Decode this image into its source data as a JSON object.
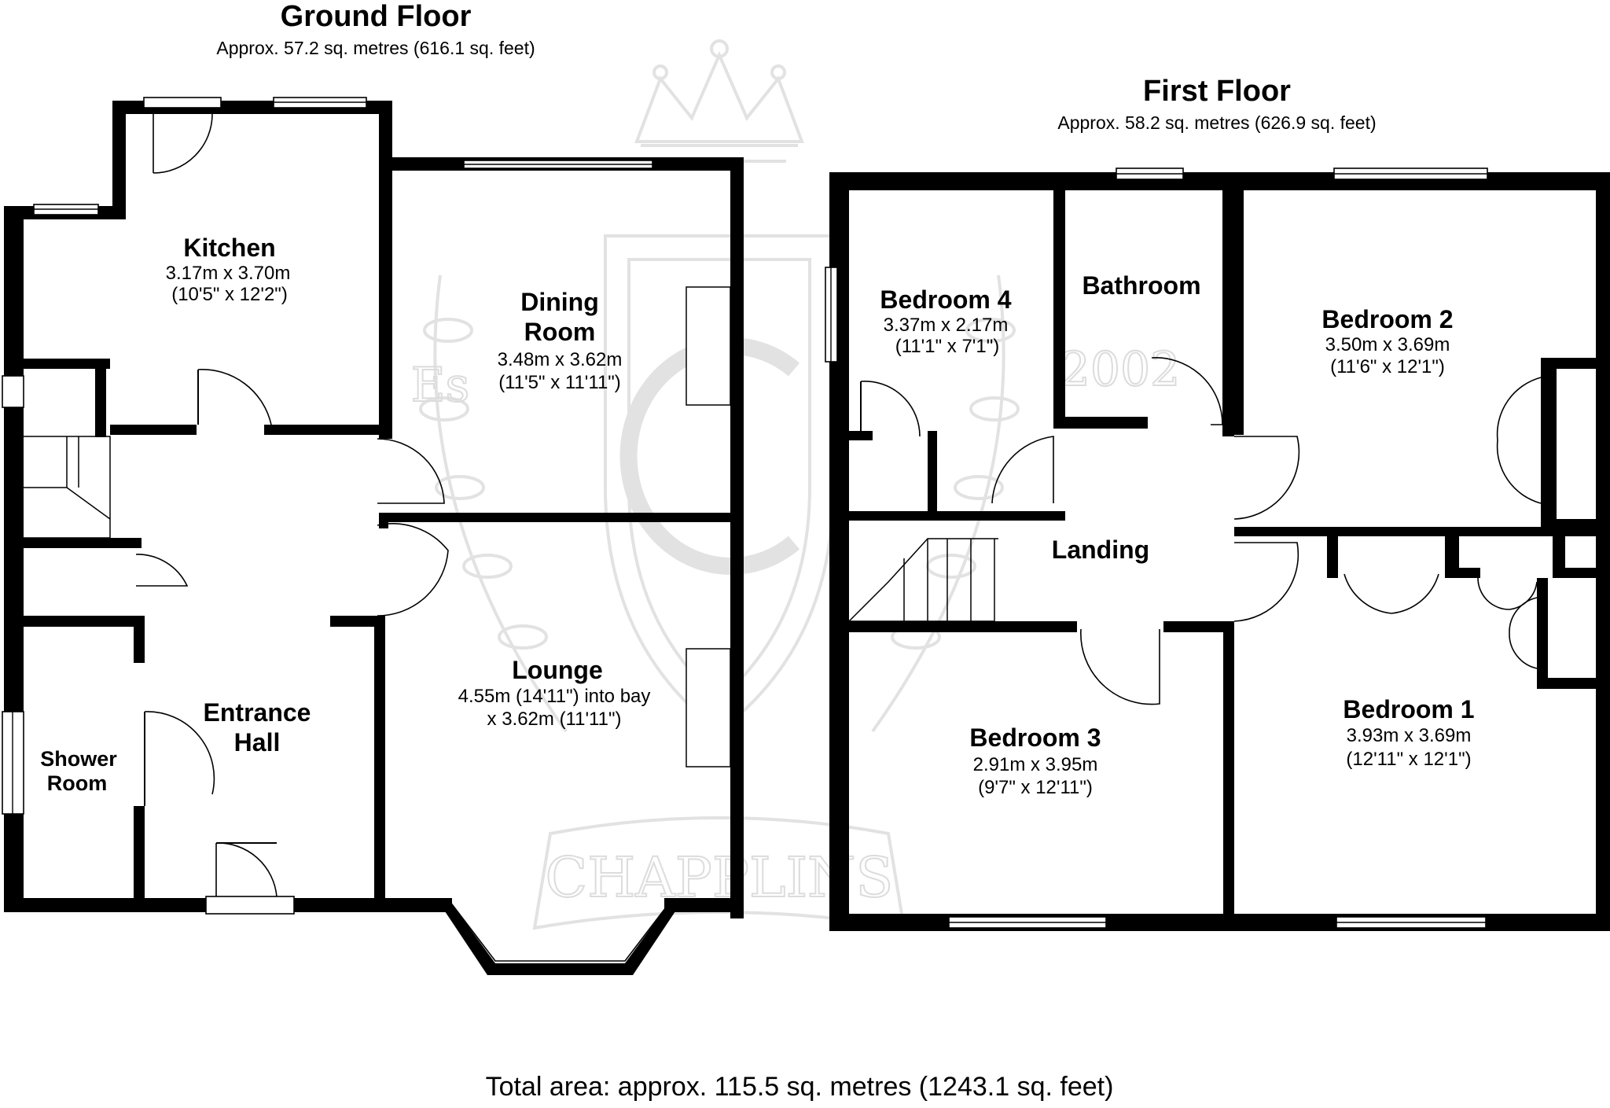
{
  "ground_floor": {
    "title": "Ground Floor",
    "area": "Approx. 57.2 sq. metres (616.1 sq. feet)",
    "rooms": {
      "kitchen": {
        "name": "Kitchen",
        "dim_metric": "3.17m x 3.70m",
        "dim_imperial": "(10'5\" x 12'2\")"
      },
      "dining": {
        "name_line1": "Dining",
        "name_line2": "Room",
        "dim_metric": "3.48m x 3.62m",
        "dim_imperial": "(11'5\" x 11'11\")"
      },
      "lounge": {
        "name": "Lounge",
        "dim_line1": "4.55m (14'11\") into bay",
        "dim_line2": "x 3.62m (11'11\")"
      },
      "entrance": {
        "name_line1": "Entrance",
        "name_line2": "Hall"
      },
      "shower": {
        "name_line1": "Shower",
        "name_line2": "Room"
      }
    }
  },
  "first_floor": {
    "title": "First Floor",
    "area": "Approx. 58.2 sq. metres (626.9 sq. feet)",
    "rooms": {
      "bedroom4": {
        "name": "Bedroom 4",
        "dim_metric": "3.37m x 2.17m",
        "dim_imperial": "(11'1\" x 7'1\")"
      },
      "bathroom": {
        "name": "Bathroom"
      },
      "bedroom2": {
        "name": "Bedroom 2",
        "dim_metric": "3.50m x 3.69m",
        "dim_imperial": "(11'6\" x 12'1\")"
      },
      "landing": {
        "name": "Landing"
      },
      "bedroom3": {
        "name": "Bedroom 3",
        "dim_metric": "2.91m x 3.95m",
        "dim_imperial": "(9'7\" x 12'11\")"
      },
      "bedroom1": {
        "name": "Bedroom 1",
        "dim_metric": "3.93m x 3.69m",
        "dim_imperial": "(12'11\" x 12'1\")"
      }
    }
  },
  "total_area": "Total area: approx. 115.5 sq. metres (1243.1 sq. feet)",
  "watermark": {
    "brand": "CHAPPLINS",
    "est_left": "Es",
    "est_year": "2002"
  }
}
